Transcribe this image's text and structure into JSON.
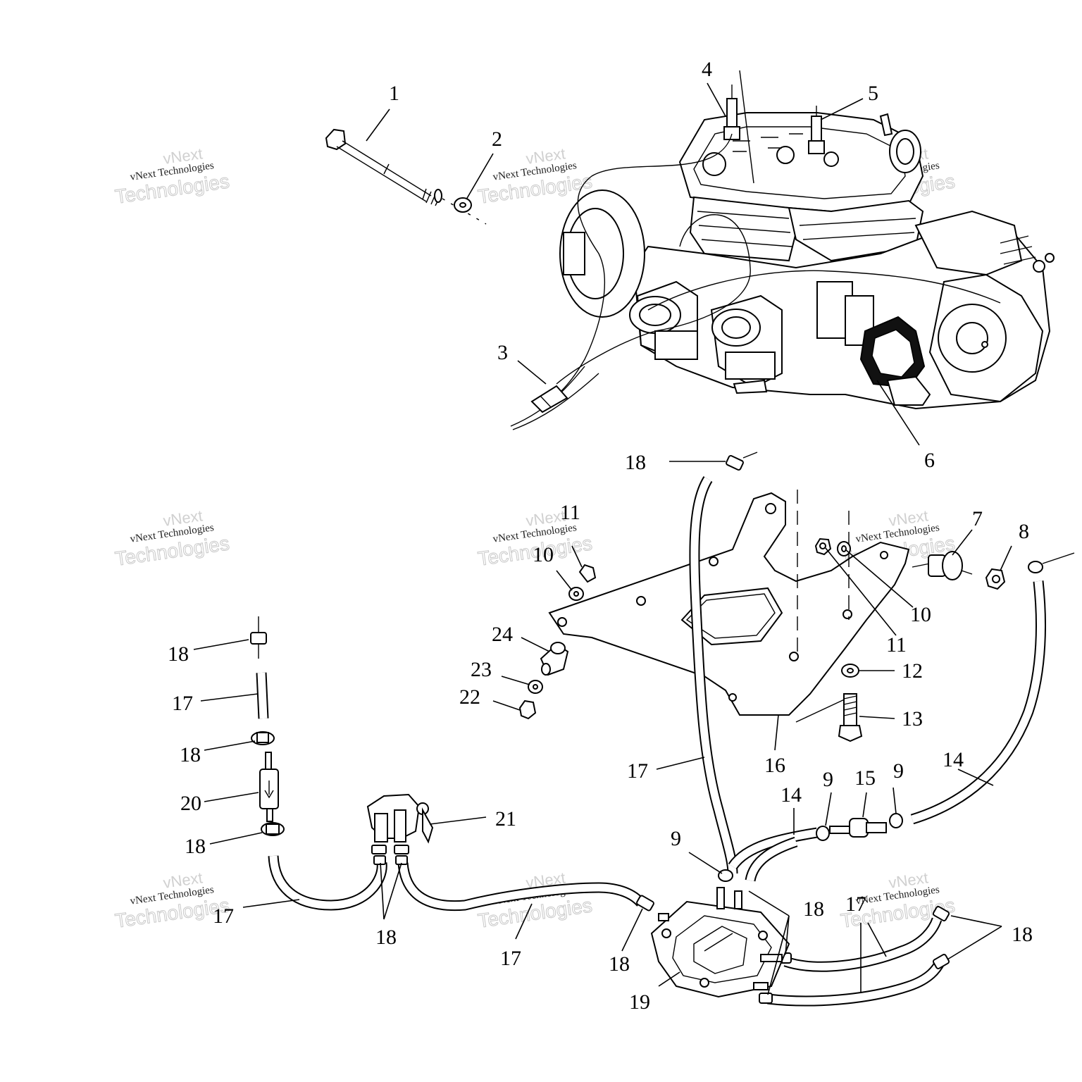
{
  "watermarks": [
    {
      "line1": "vNext",
      "line2": "vNext Technologies",
      "line3": "Technologies"
    },
    {
      "line1": "vNext",
      "line2": "vNext Technologies",
      "line3": "Technologies"
    },
    {
      "line1": "vNext",
      "line2": "vNext Technologies",
      "line3": "Technologies"
    },
    {
      "line1": "vNext",
      "line2": "vNext Technologies",
      "line3": "Technologies"
    },
    {
      "line1": "vNext",
      "line2": "vNext Technologies",
      "line3": "Technologies"
    },
    {
      "line1": "vNext",
      "line2": "vNext Technologies",
      "line3": "Technologies"
    },
    {
      "line1": "vNext",
      "line2": "vNext Technologies",
      "line3": "Technologies"
    },
    {
      "line1": "vNext",
      "line2": "vNext Technologies",
      "line3": "Technologies"
    },
    {
      "line1": "vNext",
      "line2": "vNext Technologies",
      "line3": "Technologies"
    }
  ],
  "callouts": {
    "c1": "1",
    "c2": "2",
    "c3": "3",
    "c4": "4",
    "c5": "5",
    "c6": "6",
    "c7": "7",
    "c8": "8",
    "c9a": "9",
    "c9b": "9",
    "c9c": "9",
    "c10a": "10",
    "c10b": "10",
    "c11a": "11",
    "c11b": "11",
    "c12": "12",
    "c13": "13",
    "c14a": "14",
    "c14b": "14",
    "c15": "15",
    "c16": "16",
    "c17a": "17",
    "c17b": "17",
    "c17c": "17",
    "c17d": "17",
    "c17e": "17",
    "c17f": "17",
    "c18a": "18",
    "c18b": "18",
    "c18c": "18",
    "c18d": "18",
    "c18e": "18",
    "c18f": "18",
    "c18g": "18",
    "c18h": "18",
    "c19": "19",
    "c20": "20",
    "c21": "21",
    "c22": "22",
    "c23": "23",
    "c24": "24"
  }
}
